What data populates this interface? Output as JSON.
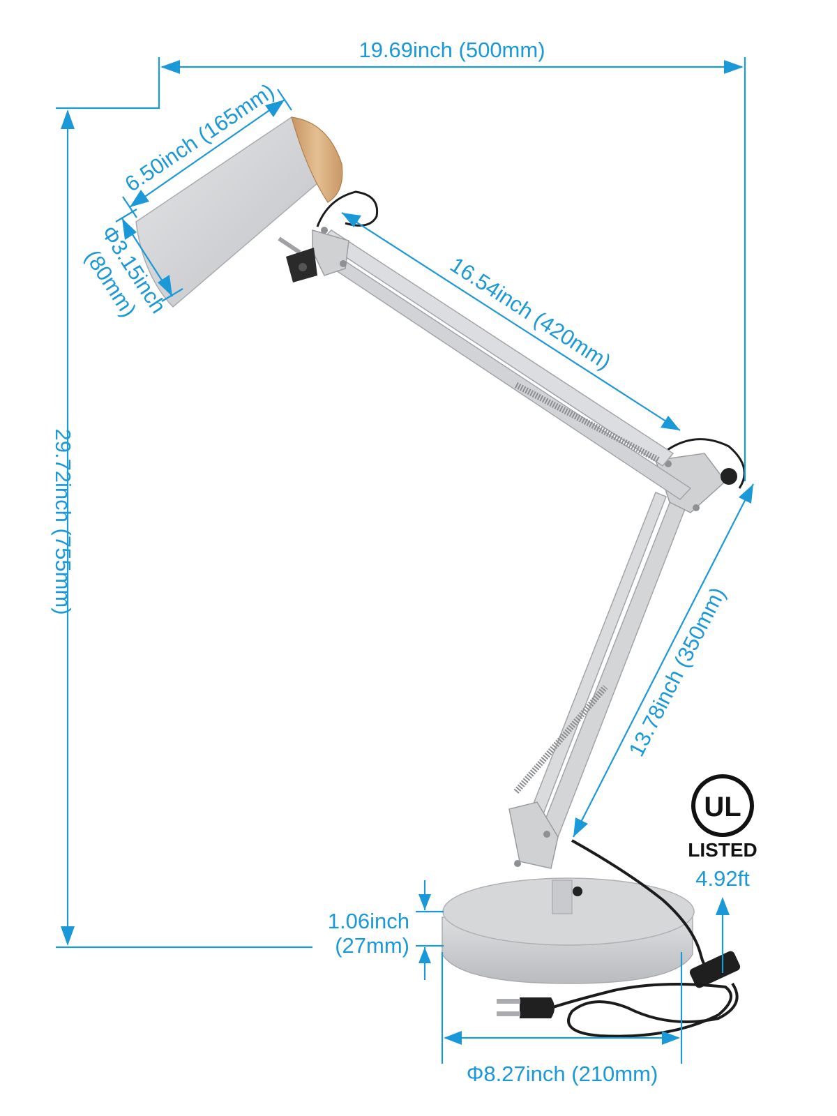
{
  "dimensions": {
    "overall_width": "19.69inch (500mm)",
    "overall_height": "29.72inch (755mm)",
    "shade_length": "6.50inch (165mm)",
    "shade_diameter_line1": "Φ3.15inch",
    "shade_diameter_line2": "(80mm)",
    "upper_arm": "16.54inch (420mm)",
    "lower_arm": "13.78inch (350mm)",
    "base_height_line1": "1.06inch",
    "base_height_line2": "(27mm)",
    "base_diameter": "Φ8.27inch (210mm)",
    "cord_length": "4.92ft"
  },
  "certification": {
    "logo_letters": "UL",
    "listed_label": "LISTED"
  },
  "colors": {
    "dimension": "#1a98d8",
    "lamp_body": "#d2d3d5",
    "wood": "#d9ae7d",
    "cord": "#1b1b1b"
  }
}
